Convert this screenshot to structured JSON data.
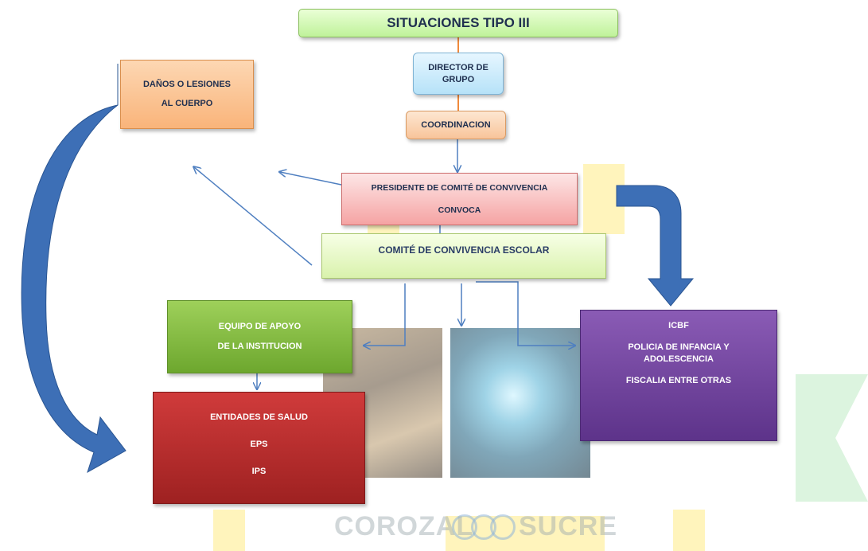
{
  "title": "SITUACIONES TIPO III",
  "nodes": {
    "director": [
      "DIRECTOR DE",
      "GRUPO"
    ],
    "coordinacion": "COORDINACION",
    "danos": [
      "DAÑOS O LESIONES",
      "AL CUERPO"
    ],
    "presidente": [
      "PRESIDENTE DE COMITÉ DE CONVIVENCIA",
      "CONVOCA"
    ],
    "comite": "COMITÉ DE CONVIVENCIA ESCOLAR",
    "equipo": [
      "EQUIPO DE APOYO",
      "DE LA INSTITUCION"
    ],
    "salud": [
      "ENTIDADES DE SALUD",
      "EPS",
      "IPS"
    ],
    "icbf": [
      "ICBF",
      "POLICIA DE INFANCIA Y",
      "ADOLESCENCIA",
      "FISCALIA  ENTRE OTRAS"
    ]
  },
  "watermark": {
    "text": "COROZAL",
    "text2": "SUCRE"
  },
  "colors": {
    "line": "#4f7fc0",
    "connector": "#f08a3c",
    "big_arrow": "#3d6fb6"
  }
}
